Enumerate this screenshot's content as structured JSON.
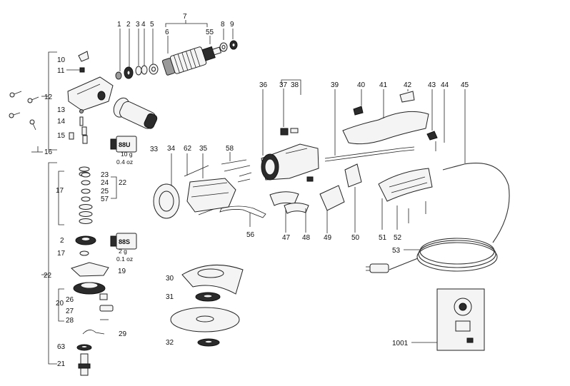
{
  "labels": {
    "l1": "1",
    "l2": "2",
    "l3": "3",
    "l4": "4",
    "l5": "5",
    "l6": "6",
    "l7": "7",
    "l55": "55",
    "l8": "8",
    "l9": "9",
    "l10": "10",
    "l11": "11",
    "l12": "12",
    "l13": "13",
    "l14": "14",
    "l15": "15",
    "l16": "16",
    "l33": "33",
    "l17a": "17",
    "l17b": "17",
    "l23": "23",
    "l24": "24",
    "l25": "25",
    "l57": "57",
    "l22a": "22",
    "l22b": "22",
    "l2b": "2",
    "l19": "19",
    "l20": "20",
    "l26": "26",
    "l27": "27",
    "l28": "28",
    "l29": "29",
    "l63": "63",
    "l21": "21",
    "l30": "30",
    "l31": "31",
    "l32": "32",
    "l34": "34",
    "l62": "62",
    "l35": "35",
    "l58": "58",
    "l56": "56",
    "l36": "36",
    "l37": "37",
    "l38": "38",
    "l47": "47",
    "l48": "48",
    "l39": "39",
    "l40": "40",
    "l41": "41",
    "l42": "42",
    "l43": "43",
    "l44": "44",
    "l45": "45",
    "l49": "49",
    "l50": "50",
    "l51": "51",
    "l52": "52",
    "l53": "53",
    "l1001": "1001"
  },
  "tube1": {
    "label": "88U",
    "weight": "10 g",
    "oz": "0.4 oz"
  },
  "tube2": {
    "label": "88S",
    "weight": "2 g",
    "oz": "0.1 oz"
  }
}
